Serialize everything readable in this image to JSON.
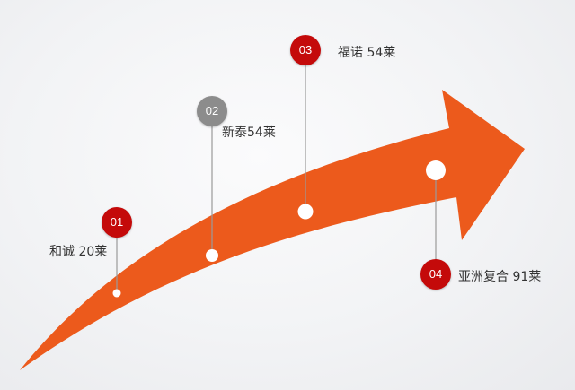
{
  "colors": {
    "arrow": "#ec5a1c",
    "badge_red": "#c40a0a",
    "badge_gray": "#8c8c8c",
    "line": "#9a9a9a",
    "dot": "#ffffff"
  },
  "milestones": [
    {
      "number": "01",
      "label": "和诚 20莱",
      "badge_color": "#c40a0a"
    },
    {
      "number": "02",
      "label": "新泰54莱",
      "badge_color": "#8c8c8c"
    },
    {
      "number": "03",
      "label": "福诺 54莱",
      "badge_color": "#c40a0a"
    },
    {
      "number": "04",
      "label": "亚洲复合 91莱",
      "badge_color": "#c40a0a"
    }
  ]
}
